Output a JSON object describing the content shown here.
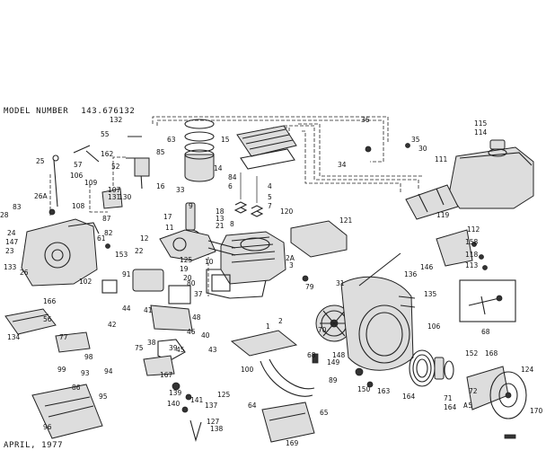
{
  "header": {
    "model_label": "MODEL NUMBER",
    "model_number": "143.676132",
    "date": "APRIL, 1977"
  },
  "side_label": "A5",
  "callouts": [
    "132",
    "55",
    "162",
    "52",
    "57",
    "25",
    "26A",
    "83",
    "28",
    "24",
    "147",
    "23",
    "133",
    "26",
    "106",
    "109",
    "107",
    "131",
    "130",
    "108",
    "87",
    "61",
    "82",
    "63",
    "15",
    "33",
    "14",
    "16",
    "85",
    "84",
    "6",
    "4",
    "5",
    "7",
    "8",
    "9",
    "18",
    "17",
    "13",
    "11",
    "12",
    "22",
    "21",
    "125",
    "19",
    "20",
    "10",
    "2A",
    "3",
    "2",
    "1",
    "120",
    "121",
    "36",
    "34",
    "35",
    "30",
    "115",
    "114",
    "111",
    "119",
    "112",
    "158",
    "118",
    "113",
    "146",
    "31",
    "79",
    "136",
    "135",
    "106",
    "70",
    "166",
    "56",
    "134",
    "77",
    "153",
    "102",
    "91",
    "44",
    "42",
    "41",
    "38",
    "39",
    "40",
    "37",
    "48",
    "80",
    "46",
    "45",
    "43",
    "75",
    "167",
    "86",
    "100",
    "98",
    "99",
    "93",
    "94",
    "95",
    "139",
    "140",
    "141",
    "137",
    "125",
    "127",
    "96",
    "138",
    "65",
    "68",
    "64",
    "169",
    "148",
    "149",
    "150",
    "89",
    "163",
    "164",
    "72",
    "71",
    "164",
    "152",
    "168",
    "124",
    "170",
    "68"
  ]
}
